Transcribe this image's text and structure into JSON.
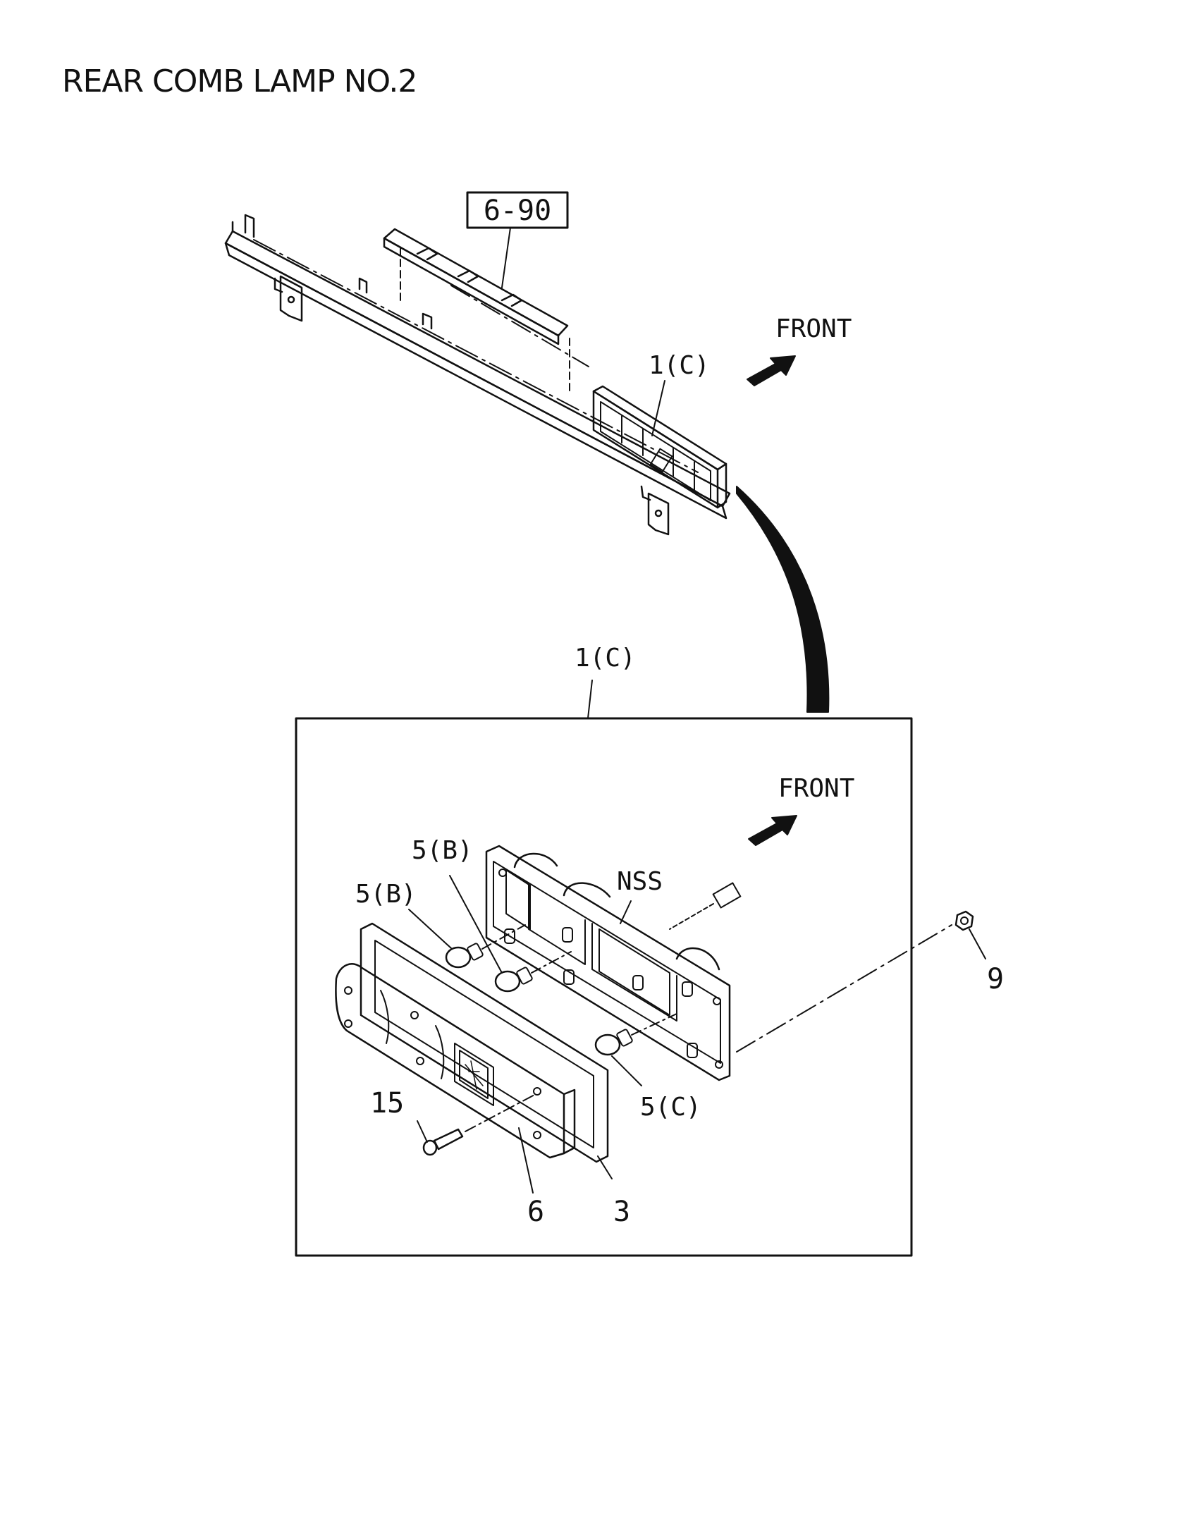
{
  "title": "REAR COMB LAMP NO.2",
  "upper_view": {
    "ref_box": "6-90",
    "front_label": "FRONT",
    "part_label": "1(C)"
  },
  "detail_view": {
    "box_label": "1(C)",
    "front_label": "FRONT",
    "callouts": {
      "bulb_b_lower": "5(B)",
      "bulb_b_upper": "5(B)",
      "nss": "NSS",
      "nut": "9",
      "bulb_c": "5(C)",
      "screw": "15",
      "lens": "6",
      "gasket": "3"
    }
  },
  "colors": {
    "line": "#111111",
    "background": "#ffffff"
  }
}
